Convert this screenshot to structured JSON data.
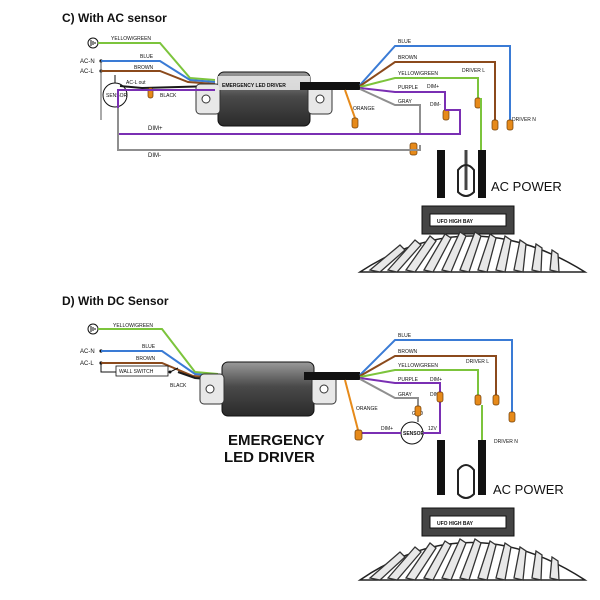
{
  "sections": [
    {
      "title": "C) With AC sensor",
      "ac_n": "AC-N",
      "ac_l": "AC-L",
      "wires_left": {
        "yellow_green": "YELLOW/GREEN",
        "blue": "BLUE",
        "brown": "BROWN",
        "black": "BLACK"
      },
      "ac_l_out": "AC-L out",
      "sensor": "SENSOR",
      "driver_label": "EMERGENCY LED DRIVER",
      "wires_right": {
        "blue": "BLUE",
        "brown": "BROWN",
        "yellow_green": "YELLOW/GREEN",
        "purple": "PURPLE",
        "gray": "GRAY",
        "orange": "ORANGE",
        "dim_plus": "DIM+",
        "dim_minus": "DIM-"
      },
      "driver_l": "DRIVER L",
      "driver_n": "DRIVER N",
      "dim_plus_long": "DIM+",
      "dim_minus_long": "DIM-",
      "ac_power": "AC POWER",
      "fixture": "UFO HIGH BAY"
    },
    {
      "title": "D) With DC Sensor",
      "ac_n": "AC-N",
      "ac_l": "AC-L",
      "wires_left": {
        "yellow_green": "YELLOW/GREEN",
        "blue": "BLUE",
        "brown": "BROWN",
        "black": "BLACK"
      },
      "wall_switch": "WALL SWITCH",
      "driver_label_line1": "EMERGENCY",
      "driver_label_line2": "LED  DRIVER",
      "wires_right": {
        "blue": "BLUE",
        "brown": "BROWN",
        "yellow_green": "YELLOW/GREEN",
        "purple": "PURPLE",
        "gray": "GRAY",
        "orange": "ORANGE",
        "dim_plus": "DIM+",
        "dim_minus": "DIM-"
      },
      "driver_l": "DRIVER L",
      "driver_n": "DRIVER N",
      "sensor": "SENSOR",
      "gnd": "GND",
      "v12": "12V",
      "sensor_dim_plus": "DIM+",
      "ac_power": "AC POWER",
      "fixture": "UFO HIGH BAY"
    }
  ],
  "colors": {
    "blue": "#3a7bd5",
    "brown": "#8b4a1c",
    "yellow_green": "#7cc43c",
    "purple": "#7a2fb3",
    "gray": "#8f8f8f",
    "orange": "#e68a1a",
    "black": "#1a1a1a"
  }
}
